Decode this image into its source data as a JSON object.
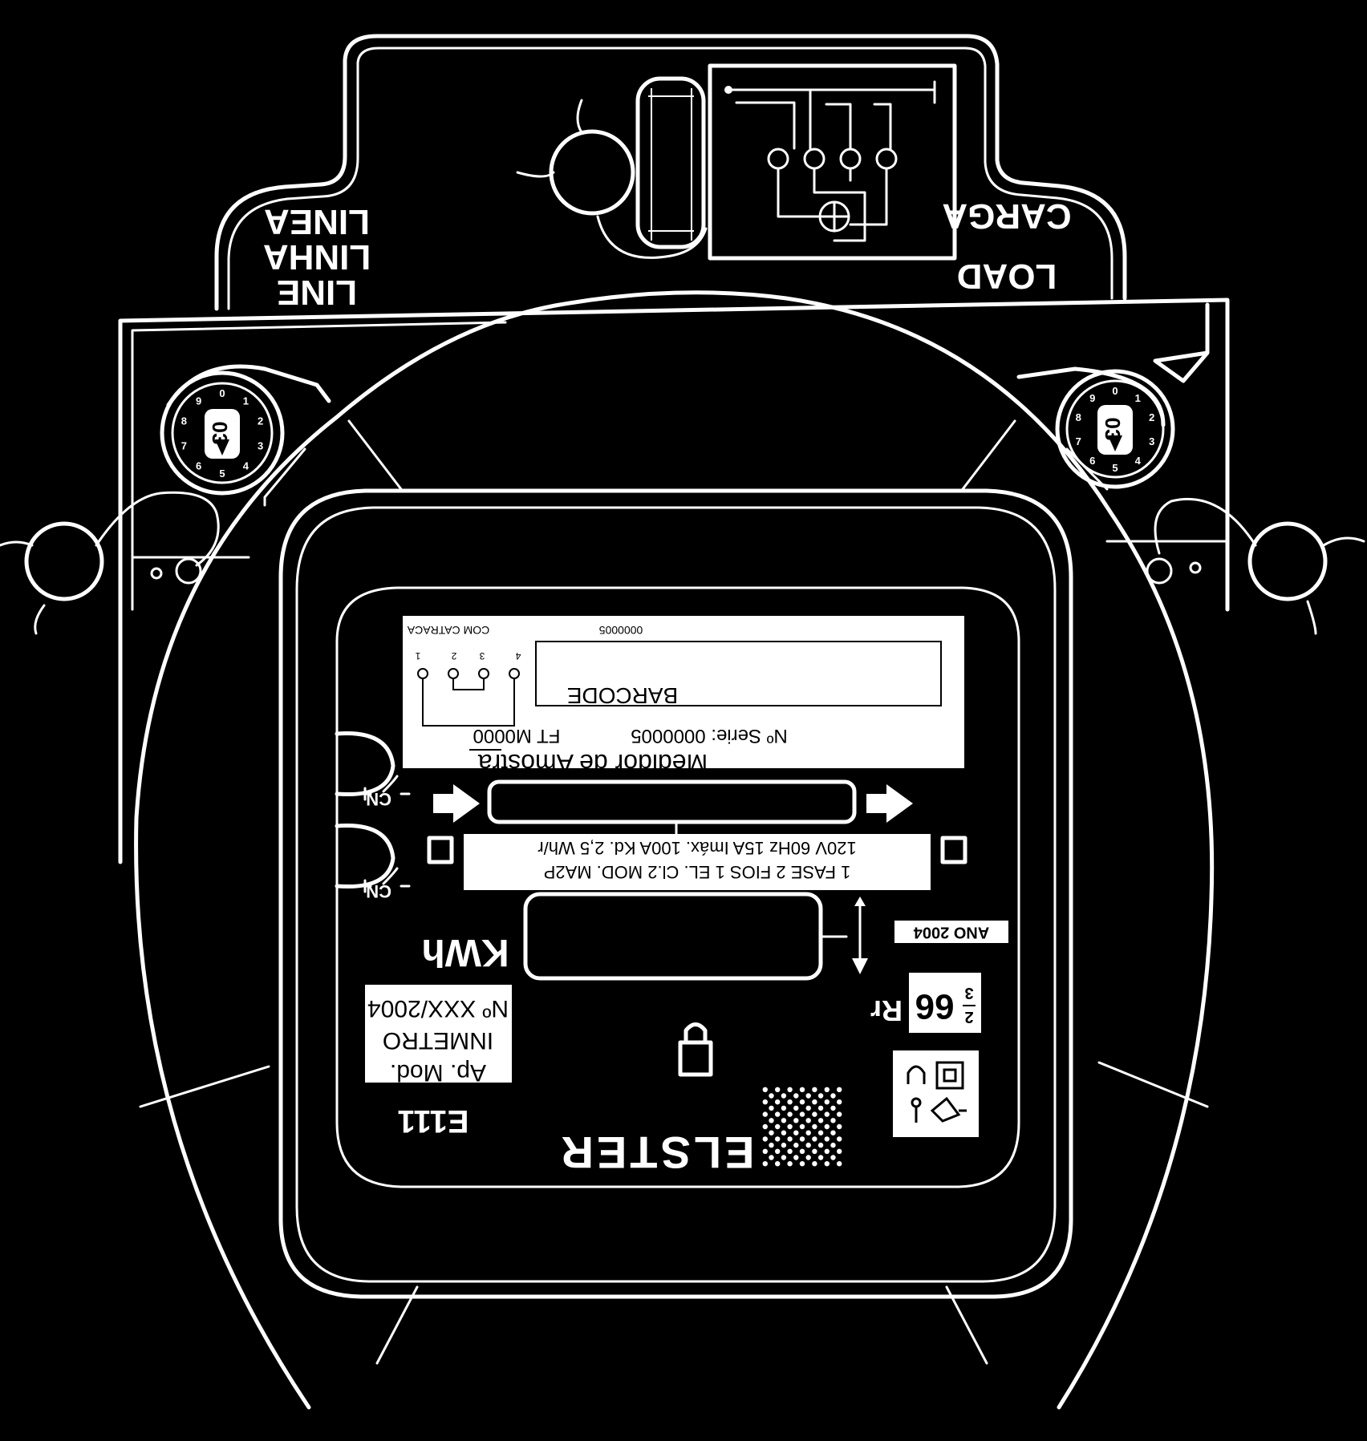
{
  "header": {
    "line_labels": [
      "LINE",
      "LINHA",
      "LINEA"
    ],
    "load_labels": [
      "LOAD",
      "CARGA"
    ]
  },
  "nameplate": {
    "ratchet_label": "COM CATRACA",
    "serial_top": "0000005",
    "terminal_numbers": [
      "1",
      "2",
      "3",
      "4"
    ],
    "barcode": "BARCODE",
    "ft_code": "FT M0000",
    "serial_line": "Nº Serie: 0000005",
    "meter_title": "Medidor de Amostra"
  },
  "ratings": {
    "line1": "120V  60Hz  15A   Imáx. 100A   Kd. 2,5 Wh/r",
    "line2": "1 FASE  2 FIOS   1 EL.  Cl.2   MOD. MA2P"
  },
  "cn_label": "CN",
  "unit": "KWh",
  "year": "ANO 2004",
  "rr_label": "Rr",
  "rr_value": "66",
  "rr_fraction": {
    "numerator": "2",
    "denominator": "3"
  },
  "approval": {
    "line1": "Ap. Mod.",
    "line2": "INMETRO",
    "line3": "Nº XXX/2004"
  },
  "model": "E111",
  "brand": "ELSTER",
  "dial_digits": "0123456789",
  "dial_center": "03"
}
